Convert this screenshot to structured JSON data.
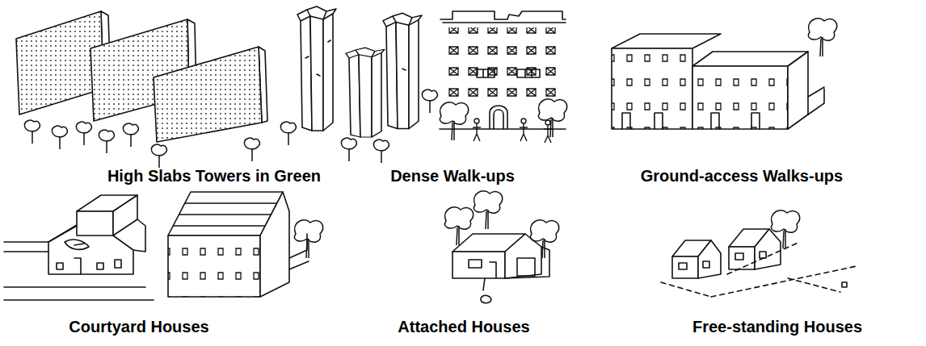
{
  "diagram": {
    "labels": [
      "High Slabs Towers in Green",
      "Dense Walk-ups",
      "Ground-access Walks-ups",
      "Courtyard Houses",
      "Attached Houses",
      "Free-standing Houses"
    ]
  }
}
